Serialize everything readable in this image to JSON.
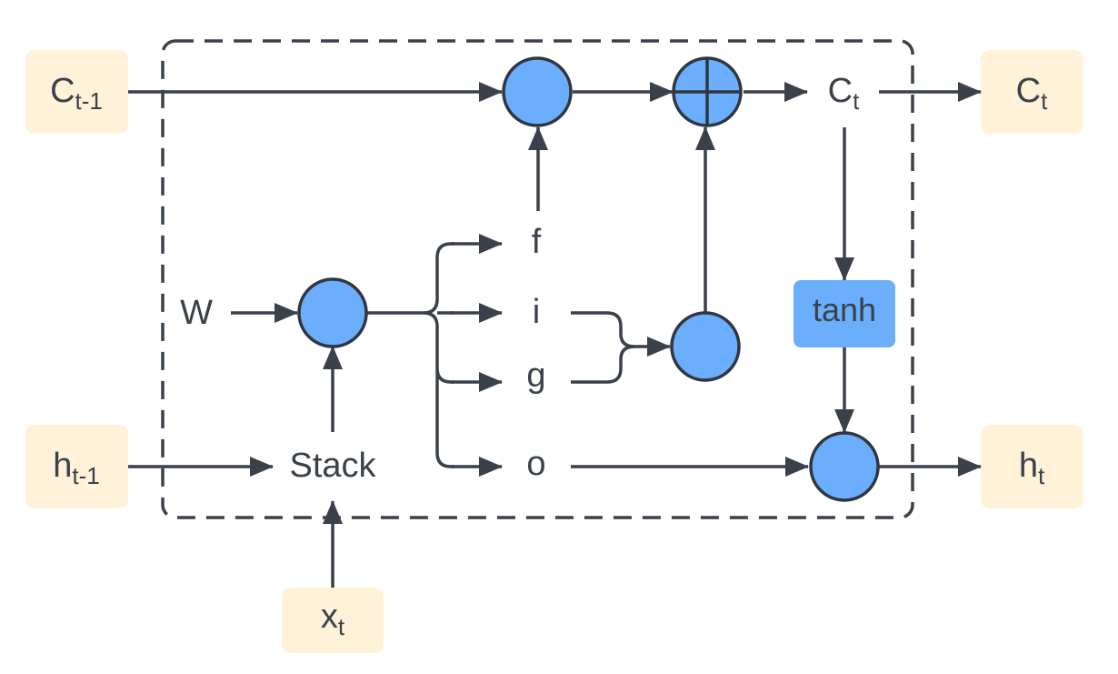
{
  "inputs": {
    "c_prev": {
      "base": "C",
      "sub": "t-1"
    },
    "h_prev": {
      "base": "h",
      "sub": "t-1"
    },
    "x_t": {
      "base": "x",
      "sub": "t"
    }
  },
  "outputs": {
    "c_t": {
      "base": "C",
      "sub": "t"
    },
    "h_t": {
      "base": "h",
      "sub": "t"
    }
  },
  "cell": {
    "c_t_internal": {
      "base": "C",
      "sub": "t"
    },
    "weights": "W",
    "stack": "Stack",
    "gates": {
      "f": "f",
      "i": "i",
      "g": "g",
      "o": "o"
    },
    "activation": "tanh"
  },
  "colors": {
    "node_fill": "#6aaefc",
    "io_box_fill": "#fff2d8",
    "line": "#3a414a"
  }
}
